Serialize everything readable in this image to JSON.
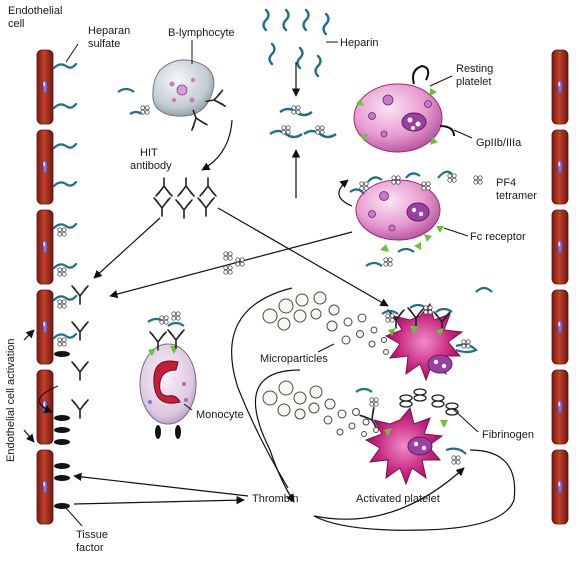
{
  "labels": {
    "endothelial_cell": [
      "Endothelial",
      "cell"
    ],
    "heparan_sulfate": [
      "Heparan",
      "sulfate"
    ],
    "b_lymphocyte": "B-lymphocyte",
    "heparin": "Heparin",
    "resting_platelet": [
      "Resting",
      "platelet"
    ],
    "gp": "GpIIb/IIIa",
    "hit_antibody": [
      "HIT",
      "antibody"
    ],
    "pf4_tetramer": [
      "PF4",
      "tetramer"
    ],
    "fc_receptor": "Fc receptor",
    "microparticles": "Microparticles",
    "monocyte": "Monocyte",
    "fibrinogen": "Fibrinogen",
    "thrombin": "Thrombin",
    "activated_platelet": "Activated platelet",
    "tissue_factor": [
      "Tissue",
      "factor"
    ],
    "endothelial_activation": "Endothelial cell activation"
  },
  "colors": {
    "endothelium": "#a8291c",
    "endothelium_dark": "#6e170f",
    "nucleus": "#8a6cc0",
    "heparin": "#1f6e8c",
    "platelet": "#e08fc7",
    "platelet_dark": "#9c2a78",
    "activated": "#c0207a",
    "fc_green": "#6cbf3c",
    "lymphocyte": "#bcc6cf",
    "antibody": "#222222"
  }
}
